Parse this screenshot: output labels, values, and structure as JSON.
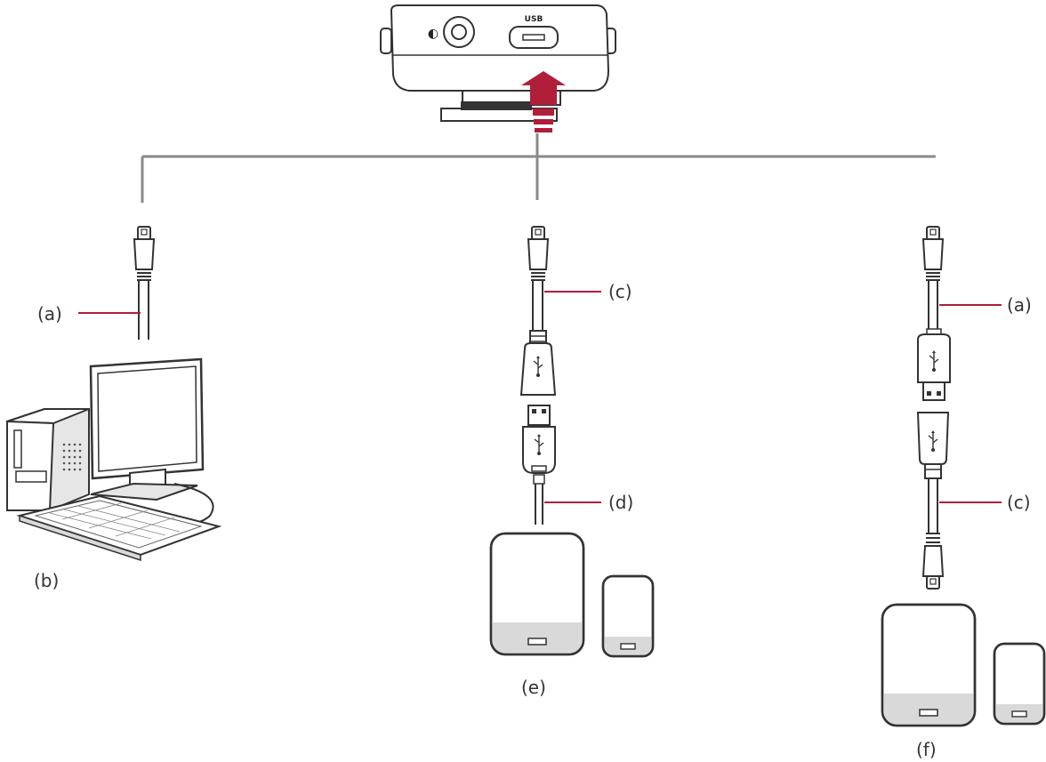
{
  "device": {
    "port_label": "USB",
    "headphone_glyph": "◐"
  },
  "labels": {
    "a_left": "(a)",
    "b": "(b)",
    "c_middle": "(c)",
    "d": "(d)",
    "e": "(e)",
    "a_right": "(a)",
    "c_right": "(c)",
    "f": "(f)"
  },
  "colors": {
    "accent": "#b01e3a",
    "line": "#333333",
    "wire": "#8a8a8a"
  },
  "icons": {
    "usb_symbol": "usb-icon",
    "computer": "desktop-computer-icon",
    "tablet": "tablet-icon",
    "phone": "smartphone-icon"
  }
}
